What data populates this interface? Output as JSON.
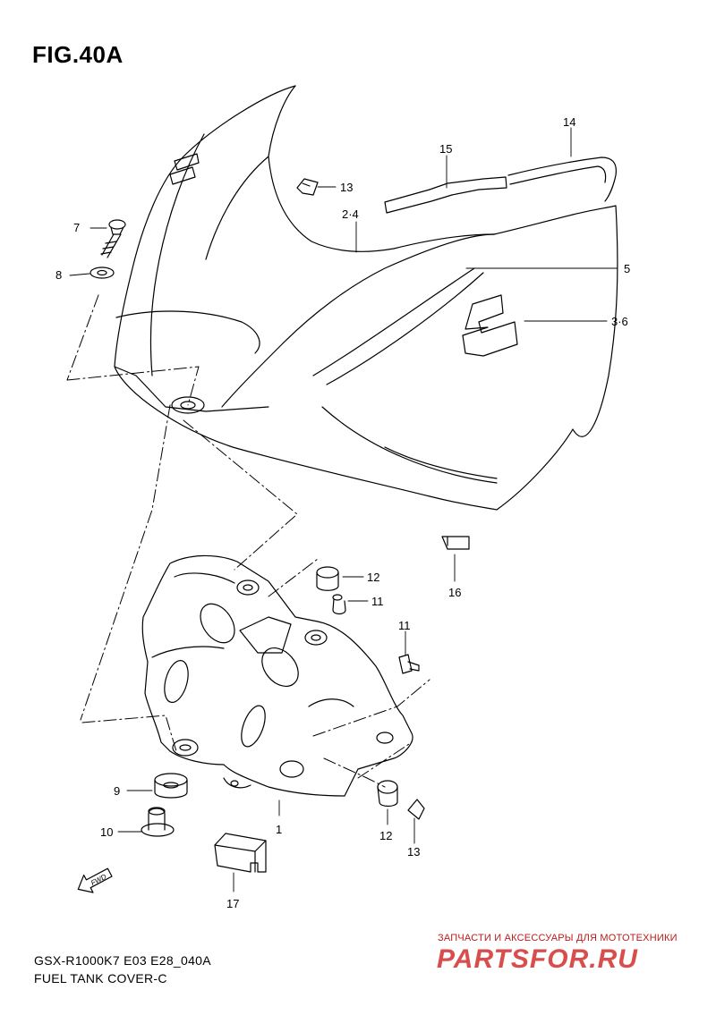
{
  "figure": {
    "title": "FIG.40A",
    "model_code": "GSX-R1000K7 E03 E28_040A",
    "caption": "FUEL TANK COVER-C"
  },
  "callouts": [
    "1",
    "2·4",
    "3·6",
    "5",
    "7",
    "8",
    "9",
    "10",
    "11",
    "11",
    "12",
    "12",
    "13",
    "13",
    "14",
    "15",
    "16",
    "17"
  ],
  "fwd_label": "FWD",
  "watermark": {
    "tagline": "ЗАПЧАСТИ И АКСЕССУАРЫ ДЛЯ МОТОТЕХНИКИ",
    "logo_text": "PARTSFOR.RU",
    "color": "#d32f2f"
  },
  "colors": {
    "line": "#000000",
    "background": "#ffffff"
  }
}
